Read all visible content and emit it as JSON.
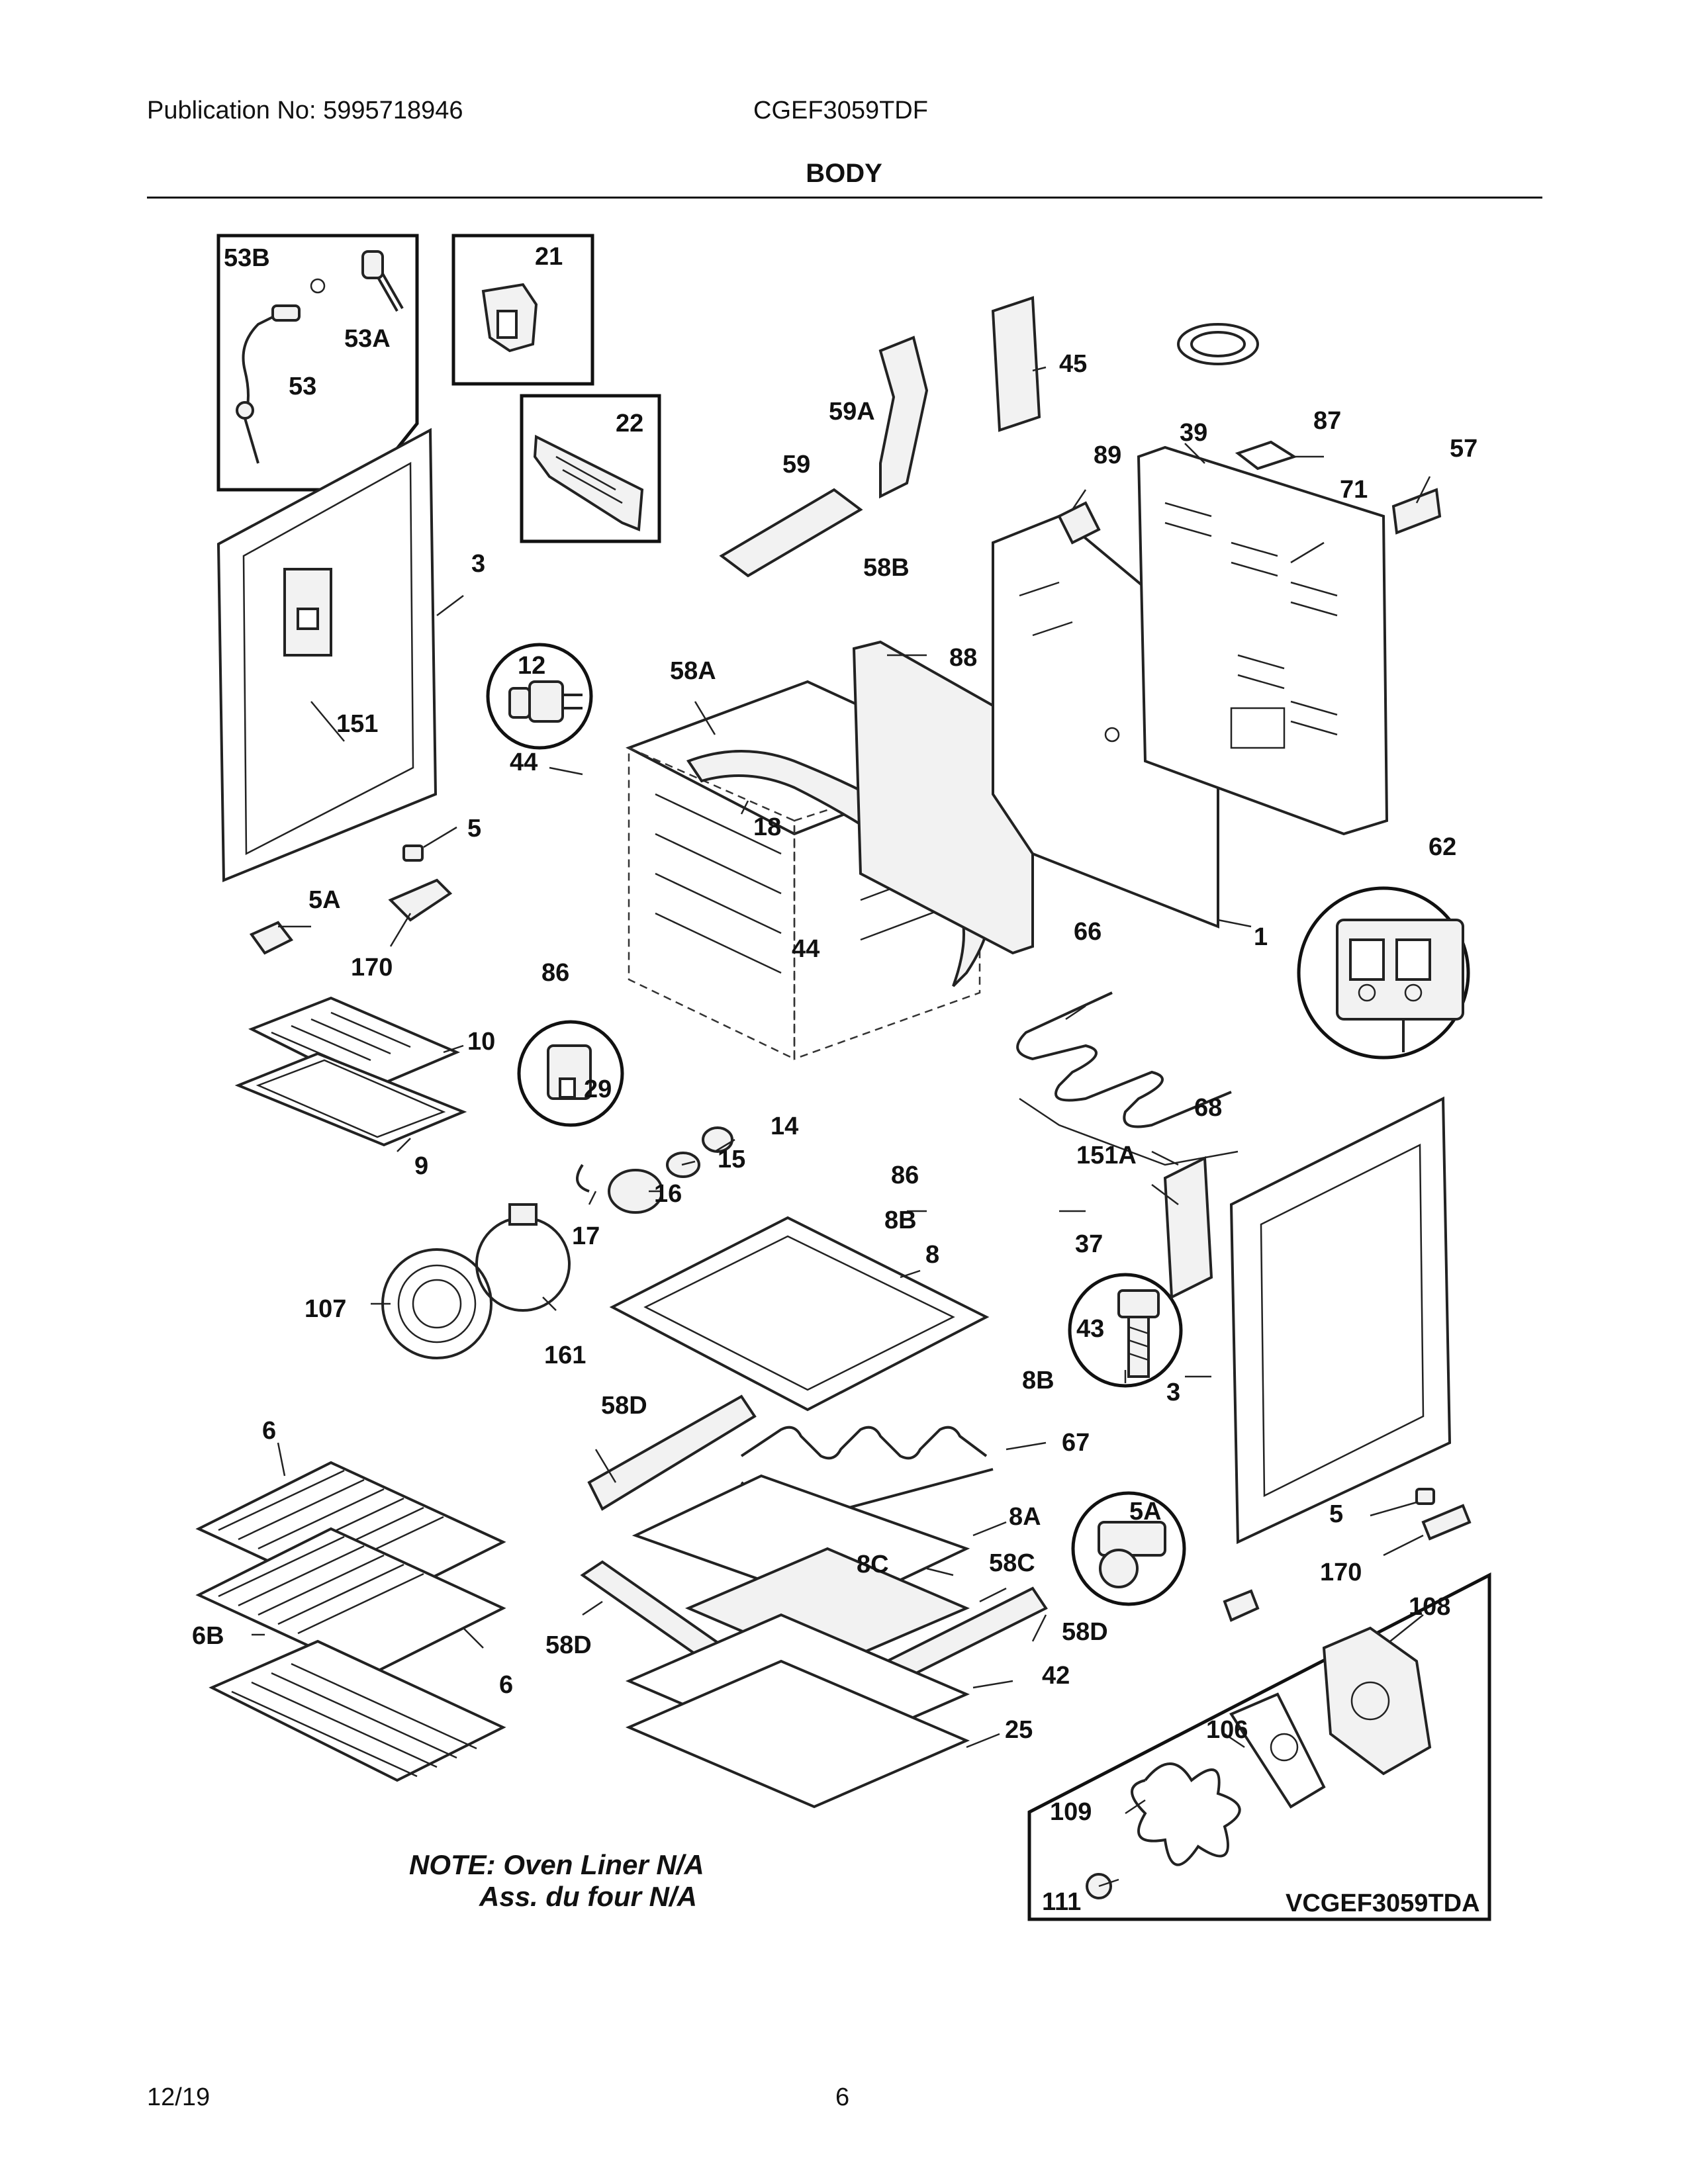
{
  "header": {
    "publication": "Publication No: 5995718946",
    "model": "CGEF3059TDF",
    "title": "BODY"
  },
  "footer": {
    "date": "12/19",
    "page": "6"
  },
  "note": {
    "line1": "NOTE: Oven Liner N/A",
    "line2": "Ass. du four N/A"
  },
  "inset_model": "VCGEF3059TDA",
  "labels": {
    "l53B": "53B",
    "l21": "21",
    "l53A": "53A",
    "l53": "53",
    "l22": "22",
    "l3a": "3",
    "l151": "151",
    "l12": "12",
    "l44a": "44",
    "l5a": "5",
    "l5A": "5A",
    "l170a": "170",
    "l10": "10",
    "l9": "9",
    "l59": "59",
    "l59A": "59A",
    "l45": "45",
    "l39": "39",
    "l87": "87",
    "l57": "57",
    "l89": "89",
    "l71": "71",
    "l58B": "58B",
    "l88": "88",
    "l58A": "58A",
    "l18": "18",
    "l62": "62",
    "l86a": "86",
    "l44b": "44",
    "l66": "66",
    "l1": "1",
    "l29": "29",
    "l14": "14",
    "l15": "15",
    "l16": "16",
    "l17": "17",
    "l86b": "86",
    "l68": "68",
    "l151A": "151A",
    "l8B": "8B",
    "l37": "37",
    "l8": "8",
    "l107": "107",
    "l161": "161",
    "l43": "43",
    "l8Bb": "8B",
    "l3b": "3",
    "l6a": "6",
    "l58Da": "58D",
    "l67": "67",
    "l5Ab": "5A",
    "l5b": "5",
    "l8A": "8A",
    "l8C": "8C",
    "l58C": "58C",
    "l170b": "170",
    "l108": "108",
    "l6B": "6B",
    "l58Db": "58D",
    "l58Dc": "58D",
    "l6b": "6",
    "l42": "42",
    "l25": "25",
    "l106": "106",
    "l109": "109",
    "l111": "111"
  }
}
